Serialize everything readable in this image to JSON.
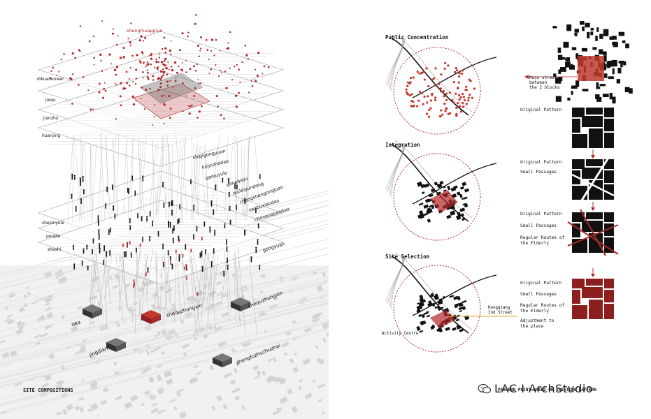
{
  "left_panel": {
    "top_label": "shenghuoxiplan",
    "layer_labels": [
      "dikuaifenwei",
      "jiequ",
      "jianzhu",
      "huanjing"
    ],
    "lower_labels": [
      "sheshiyule",
      "people",
      "sheshi"
    ],
    "facility_labels": [
      "shejigongyuan",
      "linjinzhodao",
      "gaojuyule",
      "yonaqiaju",
      "qiuleiyundong",
      "chengshengongjuan",
      "sanbuxiaodao",
      "chenpoapaodao",
      "gongyuan"
    ],
    "building_labels": [
      "tika",
      "jingdian",
      "shequzhongxin",
      "zhengfuzhuzhuzhai"
    ],
    "caption": "SITE COMPOSITIONS"
  },
  "right_panel": {
    "sections": [
      {
        "title": "Public Concentration"
      },
      {
        "title": "Integration"
      },
      {
        "title": "Site Selection"
      }
    ],
    "main_street_note": "Main street\nbetween\nthe 2 blocks",
    "pattern_notes": [
      [
        "Original Pattern"
      ],
      [
        "Original Pattern",
        "Small Passages"
      ],
      [
        "Original Pattern",
        "Small Passages",
        "Regular Routes of\nthe Elderly"
      ],
      [
        "Original Pattern",
        "Small Passages",
        "Regular Routes of\nthe Elderly",
        "Adjustment to\nthe place"
      ]
    ],
    "site_notes": {
      "street": "Hongqiang\n2nd Street",
      "activity": "Activity Centre"
    },
    "caption": "PATTERN POINT BASED ON EXISTING PATTERN",
    "watermark": "LAC I ArchStudio"
  },
  "colors": {
    "accent": "#b3262a",
    "ink": "#111111",
    "street_line": "#e0a020"
  }
}
